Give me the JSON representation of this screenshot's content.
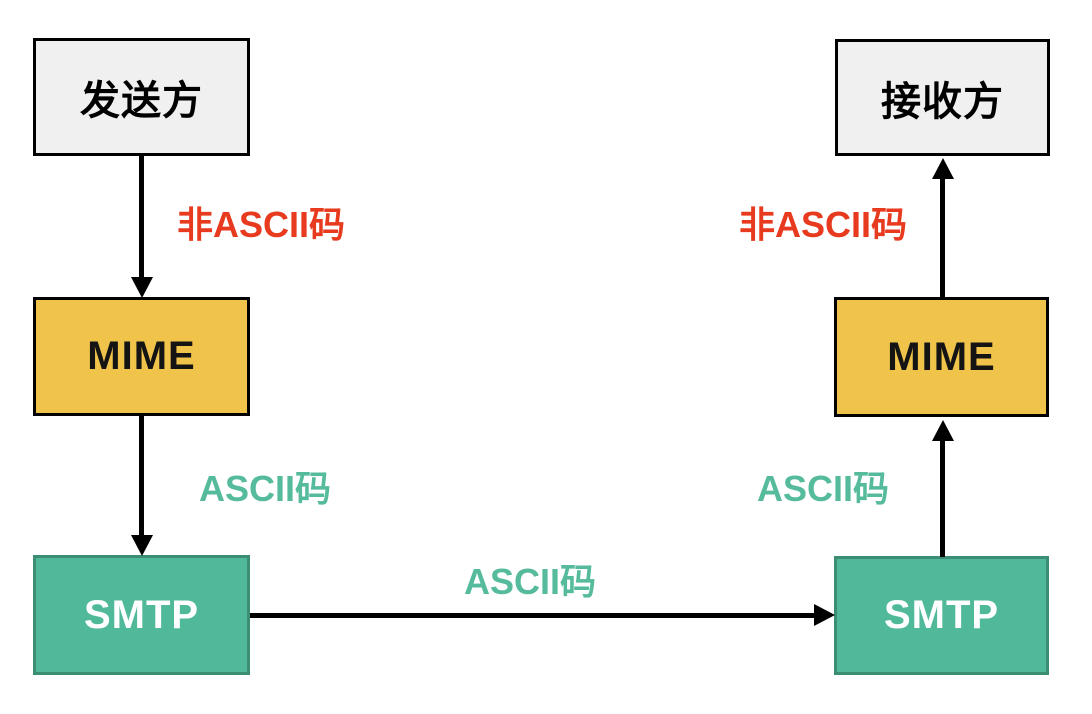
{
  "diagram": {
    "type": "flow",
    "description_semantics": "email encoding flow: sender through MIME and SMTP to receiver",
    "background": "#ffffff",
    "arrow_color": "#000000",
    "nodes": {
      "sender": {
        "label": "发送方",
        "fill": "#f0f0f0",
        "border": "#000000",
        "text_color": "#000000"
      },
      "receiver": {
        "label": "接收方",
        "fill": "#f0f0f0",
        "border": "#000000",
        "text_color": "#000000"
      },
      "mime_left": {
        "label": "MIME",
        "fill": "#f0c34b",
        "border": "#000000",
        "text_color": "#141414"
      },
      "mime_right": {
        "label": "MIME",
        "fill": "#f0c34b",
        "border": "#000000",
        "text_color": "#141414"
      },
      "smtp_left": {
        "label": "SMTP",
        "fill": "#50b99a",
        "border": "#3b8e74",
        "text_color": "#ffffff"
      },
      "smtp_right": {
        "label": "SMTP",
        "fill": "#50b99a",
        "border": "#3b8e74",
        "text_color": "#ffffff"
      }
    },
    "edges": {
      "sender_to_mime_left": {
        "from": "sender",
        "to": "mime_left",
        "direction": "down",
        "label": "非ASCII码",
        "label_color": "#e73a1e"
      },
      "mime_left_to_smtp_left": {
        "from": "mime_left",
        "to": "smtp_left",
        "direction": "down",
        "label": "ASCII码",
        "label_color": "#56bb9c"
      },
      "smtp_left_to_smtp_right": {
        "from": "smtp_left",
        "to": "smtp_right",
        "direction": "right",
        "label": "ASCII码",
        "label_color": "#56bb9c"
      },
      "smtp_right_to_mime_right": {
        "from": "smtp_right",
        "to": "mime_right",
        "direction": "up",
        "label": "ASCII码",
        "label_color": "#56bb9c"
      },
      "mime_right_to_receiver": {
        "from": "mime_right",
        "to": "receiver",
        "direction": "up",
        "label": "非ASCII码",
        "label_color": "#e73a1e"
      }
    }
  }
}
